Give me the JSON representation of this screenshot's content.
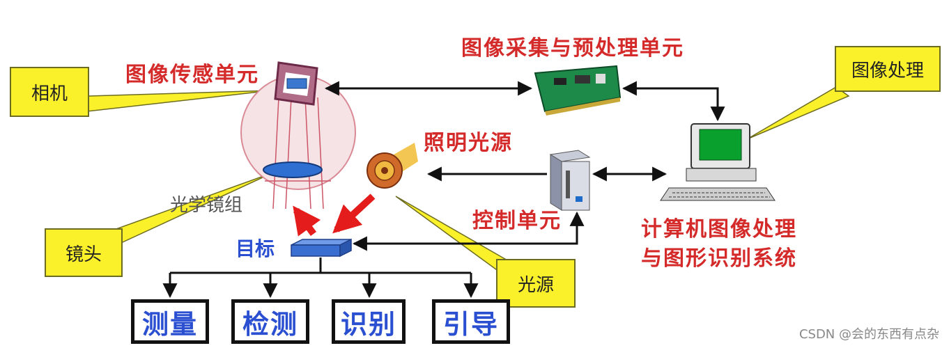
{
  "labels": {
    "image_sensor_unit": "图像传感单元",
    "acquisition_unit": "图像采集与预处理单元",
    "illumination_source": "照明光源",
    "optical_lens_group": "光学镜组",
    "target": "目标",
    "control_unit": "控制单元",
    "system_line1": "计算机图像处理",
    "system_line2": "与图形识别系统"
  },
  "callouts": {
    "camera": "相机",
    "lens": "镜头",
    "light_source": "光源",
    "image_processing": "图像处理"
  },
  "outputs": [
    "测量",
    "检测",
    "识别",
    "引导"
  ],
  "watermark": "CSDN @会的东西有点杂",
  "colors": {
    "red_text": "#d42a2a",
    "blue_text": "#2a4fd0",
    "callout_fill": "#fbf12a",
    "arrow": "#111111",
    "light_arrow": "#e51c1c"
  }
}
